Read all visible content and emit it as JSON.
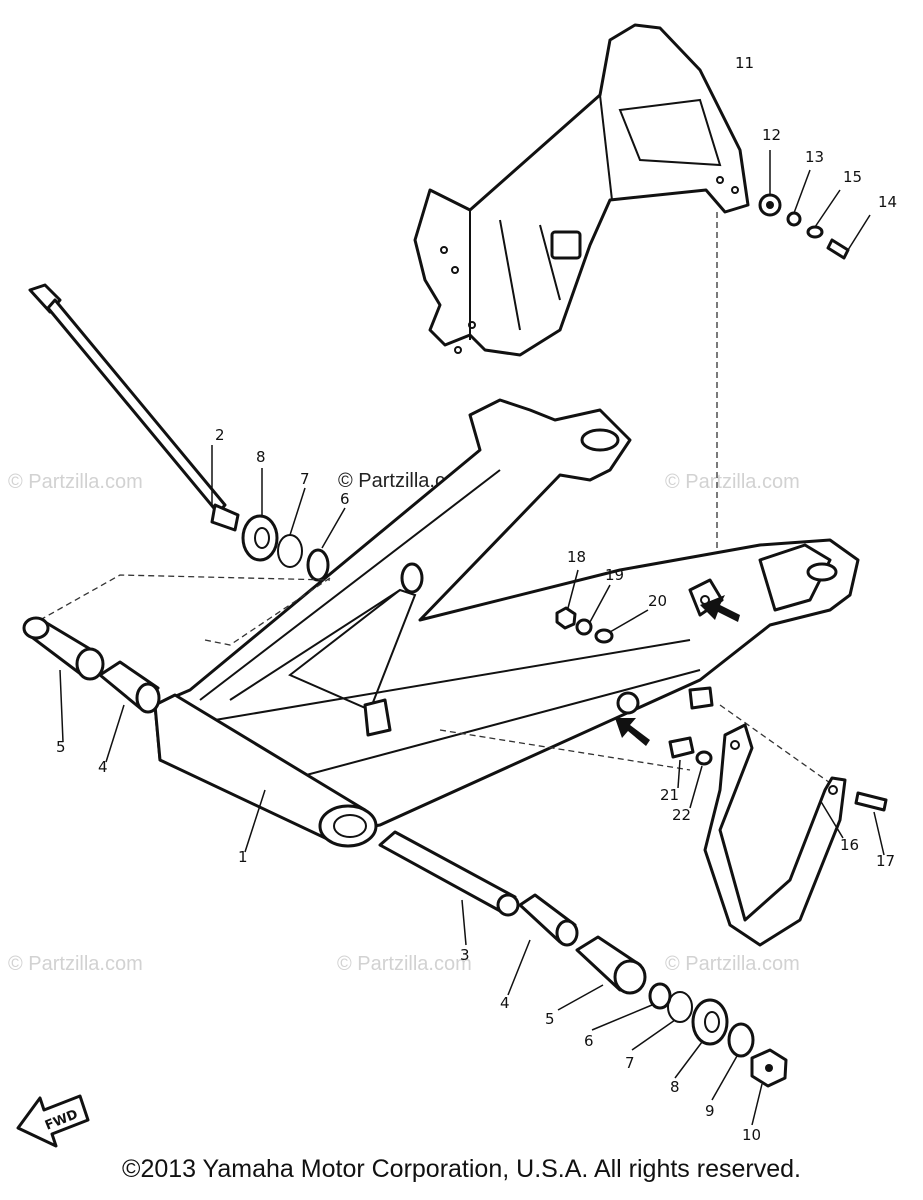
{
  "watermarks": {
    "center": "© Partzilla.com",
    "repeat": "© Partzilla.com"
  },
  "callouts": {
    "c1": "1",
    "c2": "2",
    "c3": "3",
    "c4a": "4",
    "c4b": "4",
    "c5a": "5",
    "c5b": "5",
    "c6a": "6",
    "c6b": "6",
    "c7a": "7",
    "c7b": "7",
    "c8a": "8",
    "c8b": "8",
    "c9": "9",
    "c10": "10",
    "c11": "11",
    "c12": "12",
    "c13": "13",
    "c14": "14",
    "c15": "15",
    "c16": "16",
    "c17": "17",
    "c18": "18",
    "c19": "19",
    "c20": "20",
    "c21": "21",
    "c22": "22"
  },
  "fwd_label": "FWD",
  "copyright": "©2013  Yamaha Motor Corporation, U.S.A. All rights reserved."
}
